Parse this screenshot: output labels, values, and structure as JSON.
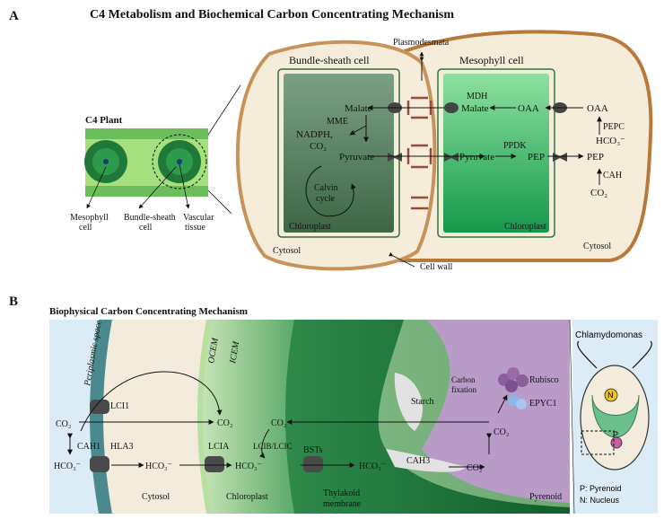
{
  "panel_a": {
    "letter": "A",
    "title": "C4 Metabolism and Biochemical Carbon Concentrating Mechanism",
    "plant": {
      "title": "C4 Plant",
      "mesophyll_label": [
        "Mesophyll",
        "cell"
      ],
      "bundle_label": [
        "Bundle-sheath",
        "cell"
      ],
      "vascular_label": [
        "Vascular",
        "tissue"
      ]
    },
    "plasmodesmata": "Plasmodesmata",
    "bundle_sheath_cell": "Bundle-sheath cell",
    "mesophyll_cell": "Mesophyll cell",
    "bs_chloroplast": "Chloroplast",
    "ms_chloroplast": "Chloroplast",
    "bs_cytosol": "Cytosol",
    "ms_cytosol": "Cytosol",
    "cell_wall": "Cell wall",
    "metabolites": {
      "malate_bs": "Malate",
      "mme": "MME",
      "nadph": "NADPH,",
      "co2_bs": "CO₂",
      "pyruvate_bs": "Pyruvate",
      "calvin": [
        "Calvin",
        "cycle"
      ],
      "malate_ms": "Malate",
      "mdh": "MDH",
      "oaa_ms": "OAA",
      "oaa_cyt": "OAA",
      "pepc": "PEPC",
      "hco3": "HCO₃⁻",
      "ppdk": "PPDK",
      "pyruvate_ms": "Pyruvate",
      "pep_ms": "PEP",
      "pep_cyt": "PEP",
      "cah": "CAH",
      "co2_cyt": "CO₂"
    }
  },
  "panel_b": {
    "letter": "B",
    "title": "Biophysical Carbon Concentrating Mechanism",
    "periplasmic": "Periplasmic space",
    "ocem": "OCEM",
    "icem": "ICEM",
    "labels": {
      "co2_out": "CO₂",
      "cah1": "CAH1",
      "hco3_out": "HCO₃⁻",
      "lci1": "LCI1",
      "hla3": "HLA3",
      "hco3_cyt": "HCO₃⁻",
      "cytosol": "Cytosol",
      "co2_chl": "CO₂",
      "lcia": "LCIA",
      "hco3_chl": "HCO₃⁻",
      "lcib": "LCIB/LCIC",
      "co2_chl2": "CO₂",
      "chloroplast": "Chloroplast",
      "bsts": "BSTs",
      "hco3_thy": "HCO₃⁻",
      "thylakoid": [
        "Thylakoid",
        "membrane"
      ],
      "starch": "Starch",
      "cah3": "CAH3",
      "co2_thy": "CO₂",
      "co2_pyr": "CO₂",
      "carbon_fix": [
        "Carbon",
        "fixation"
      ],
      "rubisco": "Rubisco",
      "epyc1": "EPYC1",
      "pyrenoid": "Pyrenoid"
    },
    "chlamy": {
      "title": "Chlamydomonas",
      "n": "N",
      "p": "P",
      "legend_p": "P: Pyrenoid",
      "legend_n": "N: Nucleus"
    }
  },
  "colors": {
    "cell_wall": "#c8935a",
    "bs_chloroplast": "#4f7a58",
    "ms_chloroplast": "#2fb86a",
    "cytosol": "#f3ecdc",
    "pyrenoid": "#b89cc7",
    "periplasm": "#4a8a8e"
  }
}
